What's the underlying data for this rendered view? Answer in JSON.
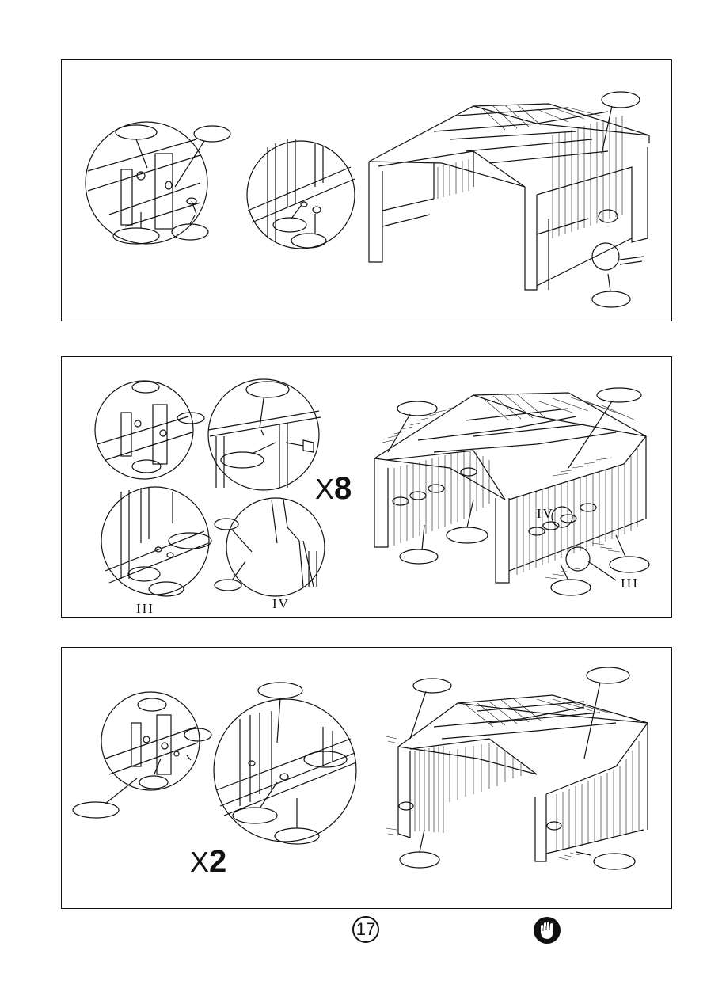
{
  "panels": [
    {
      "id": "step-1",
      "labels": []
    },
    {
      "id": "step-2",
      "labels": [
        "III",
        "IV",
        "IV",
        "III"
      ],
      "multiplier": "8"
    },
    {
      "id": "step-3",
      "labels": [],
      "multiplier": "2"
    }
  ],
  "footer": {
    "page_number": "17",
    "icon": "gloves-icon"
  },
  "colors": {
    "line": "#111111",
    "background": "#ffffff"
  }
}
